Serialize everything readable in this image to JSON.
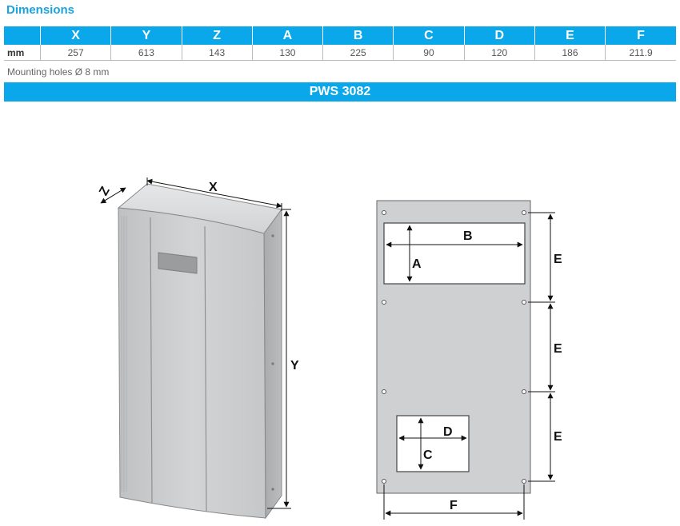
{
  "title": "Dimensions",
  "table": {
    "columns": [
      "X",
      "Y",
      "Z",
      "A",
      "B",
      "C",
      "D",
      "E",
      "F"
    ],
    "row_label": "mm",
    "values": [
      "257",
      "613",
      "143",
      "130",
      "225",
      "90",
      "120",
      "186",
      "211.9"
    ]
  },
  "note": "Mounting holes Ø 8 mm",
  "model": "PWS 3082",
  "labels": {
    "x": "X",
    "y": "Y",
    "z": "Z",
    "a": "A",
    "b": "B",
    "c": "C",
    "d": "D",
    "e1": "E",
    "e2": "E",
    "e3": "E",
    "f": "F"
  },
  "colors": {
    "accent": "#0aa7ea",
    "unit_body": "#c9cbcd",
    "panel": "#cfd0d1"
  }
}
